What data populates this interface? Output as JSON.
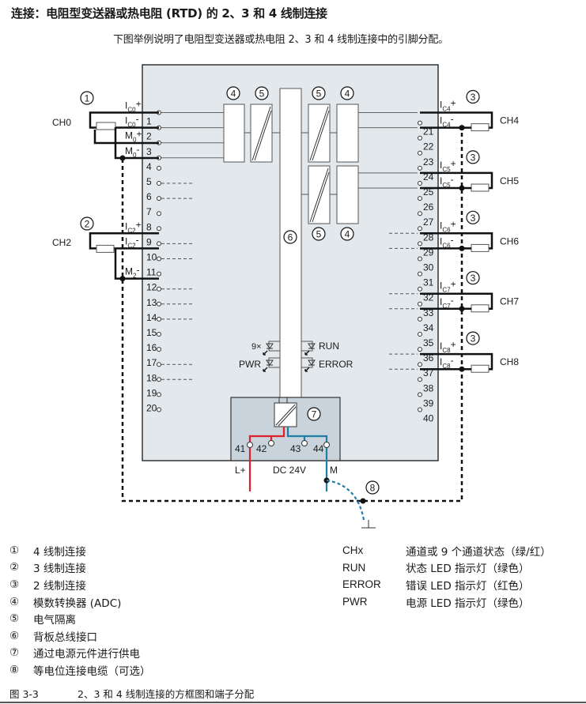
{
  "header": {
    "title": "连接：电阻型变送器或热电阻 (RTD) 的 2、3 和 4 线制连接",
    "intro": "下图举例说明了电阻型变送器或热电阻 2、3 和 4 线制连接中的引脚分配。"
  },
  "diagram": {
    "colors": {
      "module_fill": "#e3e8ec",
      "power_fill": "#c9d3db",
      "wire_red": "#e0212b",
      "wire_blue": "#1f7ea8",
      "line": "#1a1a1a"
    },
    "callouts": {
      "four_wire": "①",
      "three_wire": "②",
      "two_wire": "③",
      "adc": "④",
      "isolation": "⑤",
      "backplane": "⑥",
      "power_element": "⑦",
      "equipotential": "⑧"
    },
    "left_terminals": [
      "1",
      "2",
      "3",
      "4",
      "5",
      "6",
      "7",
      "8",
      "9",
      "10",
      "11",
      "12",
      "13",
      "14",
      "15",
      "16",
      "17",
      "18",
      "19",
      "20"
    ],
    "right_terminals": [
      "21",
      "22",
      "23",
      "24",
      "25",
      "26",
      "27",
      "28",
      "29",
      "30",
      "31",
      "32",
      "33",
      "34",
      "35",
      "36",
      "37",
      "38",
      "39",
      "40"
    ],
    "power_terminals": [
      "41",
      "42",
      "43",
      "44"
    ],
    "channels_left": [
      {
        "name": "CH0",
        "callout": "①",
        "labels": [
          {
            "main": "I",
            "sub": "C0",
            "sign": "+"
          },
          {
            "main": "I",
            "sub": "C0",
            "sign": "-"
          },
          {
            "main": "M",
            "sub": "0",
            "sign": "+"
          },
          {
            "main": "M",
            "sub": "0",
            "sign": "-"
          }
        ]
      },
      {
        "name": "CH2",
        "callout": "②",
        "labels": [
          {
            "main": "I",
            "sub": "C2",
            "sign": "+"
          },
          {
            "main": "I",
            "sub": "C2",
            "sign": "-"
          },
          {
            "main": "M",
            "sub": "2",
            "sign": "-"
          }
        ]
      }
    ],
    "channels_right": [
      {
        "name": "CH4",
        "callout": "③",
        "plus": {
          "main": "I",
          "sub": "C4",
          "sign": "+"
        },
        "minus": {
          "main": "I",
          "sub": "C4",
          "sign": "-"
        }
      },
      {
        "name": "CH5",
        "callout": "③",
        "plus": {
          "main": "I",
          "sub": "C5",
          "sign": "+"
        },
        "minus": {
          "main": "I",
          "sub": "C5",
          "sign": "-"
        }
      },
      {
        "name": "CH6",
        "callout": "③",
        "plus": {
          "main": "I",
          "sub": "C6",
          "sign": "+"
        },
        "minus": {
          "main": "I",
          "sub": "C6",
          "sign": "-"
        }
      },
      {
        "name": "CH7",
        "callout": "③",
        "plus": {
          "main": "I",
          "sub": "C7",
          "sign": "+"
        },
        "minus": {
          "main": "I",
          "sub": "C7",
          "sign": "-"
        }
      },
      {
        "name": "CH8",
        "callout": "③",
        "plus": {
          "main": "I",
          "sub": "C8",
          "sign": "+"
        },
        "minus": {
          "main": "I",
          "sub": "C8",
          "sign": "-"
        }
      }
    ],
    "leds": {
      "ch_status": "9×",
      "run": "RUN",
      "pwr": "PWR",
      "error": "ERROR"
    },
    "power": {
      "lplus": "L+",
      "voltage": "DC 24V",
      "m": "M"
    }
  },
  "legend": {
    "numbered": [
      {
        "num": "①",
        "text": "4 线制连接"
      },
      {
        "num": "②",
        "text": "3 线制连接"
      },
      {
        "num": "③",
        "text": "2 线制连接"
      },
      {
        "num": "④",
        "text": "模数转换器 (ADC)"
      },
      {
        "num": "⑤",
        "text": "电气隔离"
      },
      {
        "num": "⑥",
        "text": "背板总线接口"
      },
      {
        "num": "⑦",
        "text": "通过电源元件进行供电"
      },
      {
        "num": "⑧",
        "text": "等电位连接电缆（可选）"
      }
    ],
    "abbreviations": [
      {
        "key": "CHx",
        "text": "通道或 9 个通道状态（绿/红）"
      },
      {
        "key": "RUN",
        "text": "状态 LED 指示灯（绿色）"
      },
      {
        "key": "ERROR",
        "text": "错误 LED 指示灯（红色）"
      },
      {
        "key": "PWR",
        "text": "电源 LED 指示灯（绿色）"
      }
    ]
  },
  "caption": {
    "figure": "图 3-3",
    "text": "2、3 和 4 线制连接的方框图和端子分配"
  }
}
